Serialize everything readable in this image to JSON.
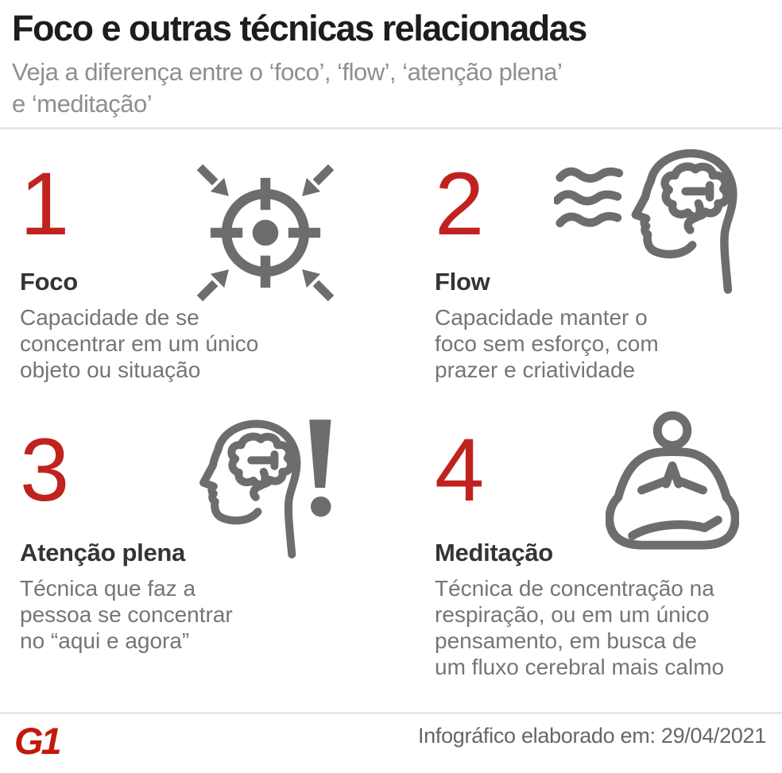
{
  "header": {
    "title": "Foco e outras técnicas relacionadas",
    "subtitle": "Veja a diferença entre o ‘foco’, ‘flow’, ‘atenção plena’\ne ‘meditação’"
  },
  "colors": {
    "accent_red": "#c0231f",
    "logo_red": "#c3190d",
    "icon_gray": "#6d6d6d",
    "title_dark": "#1d1d1d",
    "heading_dark": "#343434",
    "body_gray": "#757575",
    "subtitle_gray": "#8f8f8f",
    "divider_gray": "#e8e8e8"
  },
  "items": [
    {
      "number": "1",
      "heading": "Foco",
      "description": "Capacidade de se\nconcentrar em um único\nobjeto ou situação",
      "icon": "target-arrows-icon"
    },
    {
      "number": "2",
      "heading": "Flow",
      "description": "Capacidade manter o\nfoco sem esforço, com\nprazer e criatividade",
      "icon": "head-brain-flow-icon"
    },
    {
      "number": "3",
      "heading": "Atenção plena",
      "description": "Técnica que faz a\npessoa se concentrar\nno “aqui e agora”",
      "icon": "head-brain-exclamation-icon"
    },
    {
      "number": "4",
      "heading": "Meditação",
      "description": "Técnica de concentração na\nrespiração, ou em um único\npensamento, em busca de\num fluxo cerebral mais calmo",
      "icon": "meditating-person-icon"
    }
  ],
  "footer": {
    "logo": "G1",
    "credit": "Infográfico elaborado em: 29/04/2021"
  }
}
